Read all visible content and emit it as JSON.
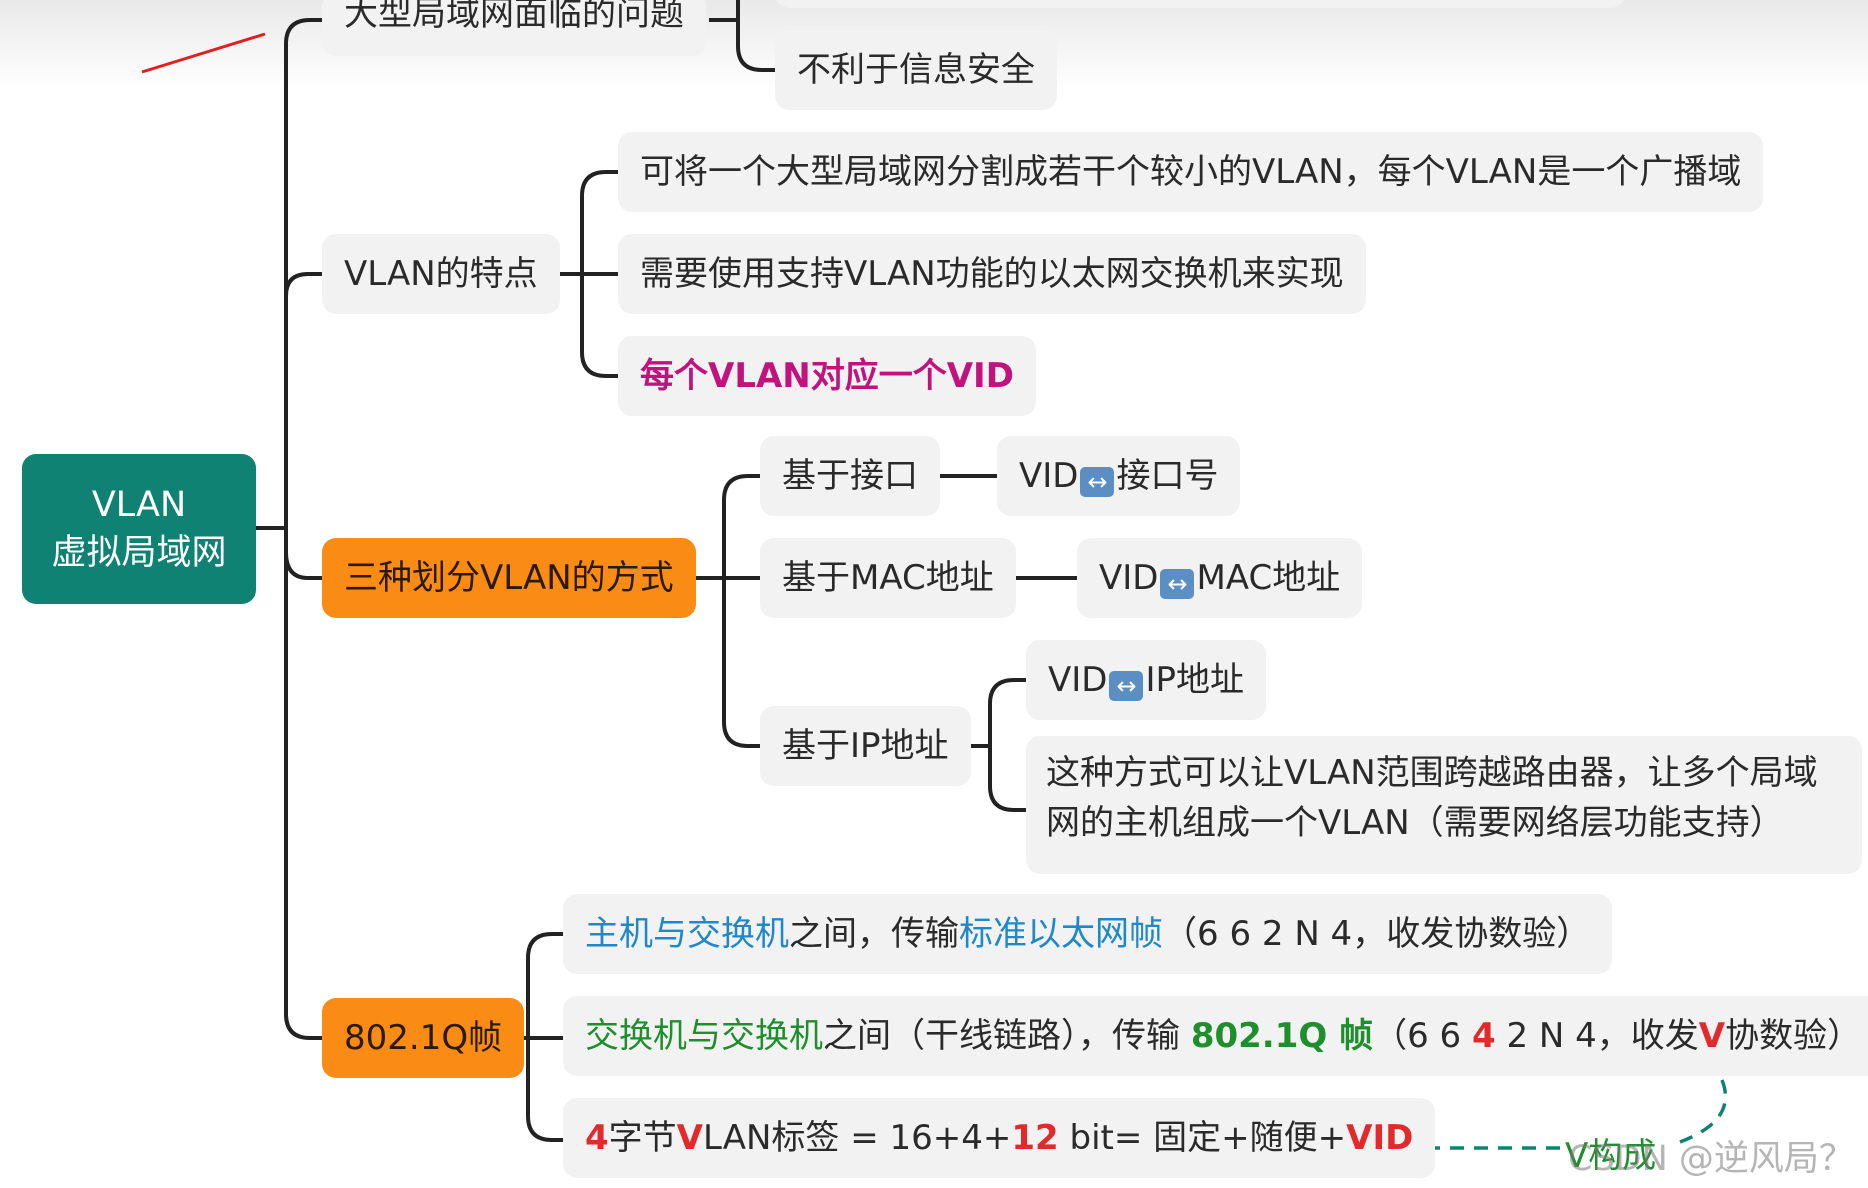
{
  "root": {
    "line1": "VLAN",
    "line2": "虚拟局域网"
  },
  "branches": {
    "problems": {
      "label": "大型局域网面临的问题",
      "children": [
        "不利于信息安全"
      ]
    },
    "features": {
      "label": "VLAN的特点",
      "children": [
        "可将一个大型局域网分割成若干个较小的VLAN，每个VLAN是一个广播域",
        "需要使用支持VLAN功能的以太网交换机来实现",
        "每个VLAN对应一个VID"
      ]
    },
    "methods": {
      "label": "三种划分VLAN的方式",
      "by_port": {
        "label": "基于接口",
        "vid": "VID",
        "icon": "↔",
        "target": "接口号"
      },
      "by_mac": {
        "label": "基于MAC地址",
        "vid": "VID",
        "icon": "↔",
        "target": "MAC地址"
      },
      "by_ip": {
        "label": "基于IP地址",
        "vid": "VID",
        "icon": "↔",
        "target": "IP地址",
        "note": "这种方式可以让VLAN范围跨越路由器，让多个局域网的主机组成一个VLAN（需要网络层功能支持）"
      }
    },
    "frame": {
      "label": "802.1Q帧",
      "host_switch": {
        "part1": "主机与交换机",
        "part2": "之间，传输",
        "part3": "标准以太网帧",
        "part4": "（6 6 2 N 4，收发协数验）"
      },
      "switch_switch": {
        "part1": "交换机与交换机",
        "part2": "之间（干线链路），传输 ",
        "part3": "802.1Q 帧",
        "part4": "（6 6 ",
        "part5": "4",
        "part6": " 2 N 4，收发",
        "part7": "V",
        "part8": "协数验）"
      },
      "tag": {
        "part1": "4",
        "part2": "字节",
        "part3": "V",
        "part4": "LAN标签 = 16+4+",
        "part5": "12",
        "part6": " bit= 固定+随便+",
        "part7": "VID"
      },
      "annotation": "V构成"
    }
  },
  "watermark": "CSDN @逆风局？",
  "colors": {
    "root": "#0f8274",
    "orange": "#fa8c16",
    "node_bg": "#f2f2f2",
    "pink": "#c0137e",
    "blue": "#1e88c8",
    "green": "#1f8e2c",
    "red": "#e22a2a",
    "dashed_arrow": "#0f8274",
    "pen_mark": "#e02020"
  }
}
